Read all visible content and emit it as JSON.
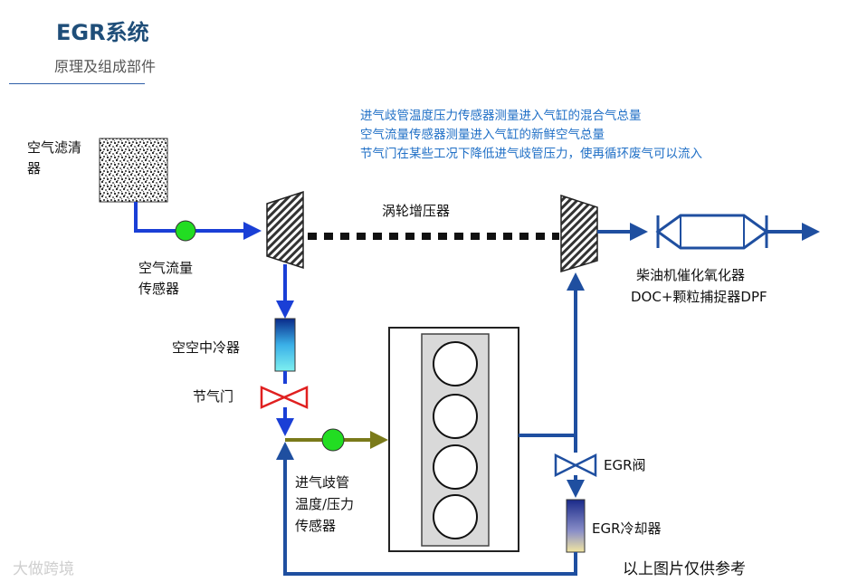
{
  "header": {
    "title": "EGR系统",
    "subtitle": "原理及组成部件"
  },
  "notes": [
    "进气歧管温度压力传感器测量进入气缸的混合气总量",
    "空气流量传感器测量进入气缸的新鲜空气总量",
    "节气门在某些工况下降低进气歧管压力，使再循环废气可以流入"
  ],
  "labels": {
    "air_filter_line1": "空气滤清",
    "air_filter_line2": "器",
    "turbocharger": "涡轮增压器",
    "maf_line1": "空气流量",
    "maf_line2": "传感器",
    "intercooler": "空空中冷器",
    "throttle": "节气门",
    "map_line1": "进气歧管",
    "map_line2": "温度/压力",
    "map_line3": "传感器",
    "aftertreatment_line1": "柴油机催化氧化器",
    "aftertreatment_line2": "DOC+颗粒捕捉器DPF",
    "egr_valve": "EGR阀",
    "egr_cooler": "EGR冷却器"
  },
  "footer": "以上图片仅供参考",
  "watermark": "大做跨境",
  "colors": {
    "pipe_blue": "#1a3fd6",
    "exhaust_blue": "#1f4fa0",
    "egr_mix_olive": "#7a7a1a",
    "sensor_green": "#22dd22",
    "throttle_red": "#e02020",
    "title_blue": "#1f4e79",
    "notes_blue": "#1f6fc6"
  }
}
